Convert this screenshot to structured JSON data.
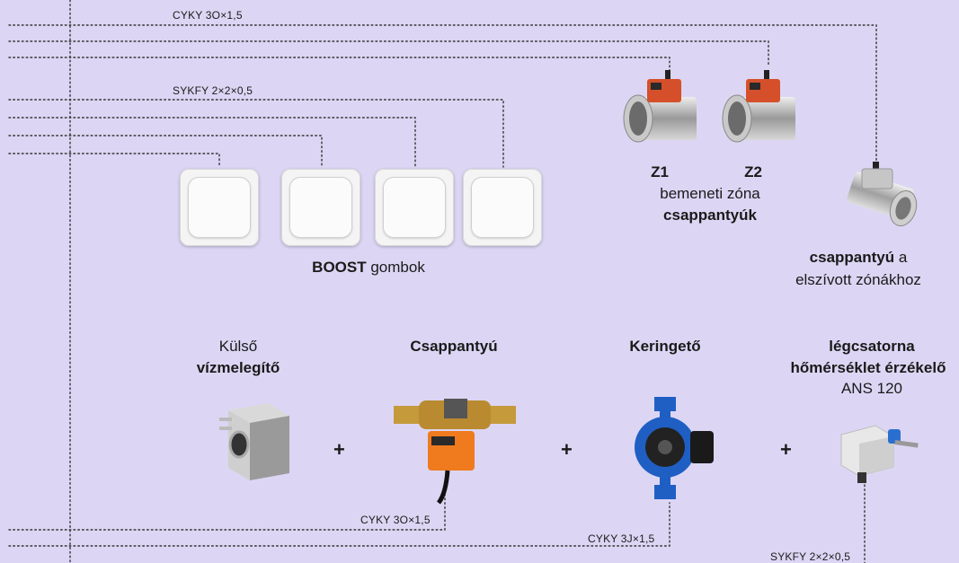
{
  "cables": {
    "top_cyky": "CYKY 3O×1,5",
    "top_sykfy": "SYKFY 2×2×0,5",
    "valve_cyky": "CYKY 3O×1,5",
    "pump_cyky": "CYKY 3J×1,5",
    "sensor_sykfy": "SYKFY 2×2×0,5"
  },
  "boost": {
    "strong": "BOOST",
    "rest": " gombok"
  },
  "zones": {
    "z1": "Z1",
    "z2": "Z2",
    "line1": "bemeneti zóna",
    "line2": "csappantyúk"
  },
  "exhaust": {
    "strong": "csappantyú",
    "rest": " a",
    "line2": "elszívott zónákhoz"
  },
  "heater": {
    "line1": "Külső",
    "line2": "vízmelegítő"
  },
  "valve": {
    "title": "Csappantyú"
  },
  "pump": {
    "title": "Keringető"
  },
  "sensor": {
    "line1": "légcsatorna",
    "line2": "hőmérséklet érzékelő",
    "line3": "ANS 120"
  },
  "plus": "+",
  "colors": {
    "background": "#dcd6f4",
    "damper_actuator": "#d5502a",
    "valve_actuator": "#f07a1e",
    "pump_blue": "#1f5fc4"
  }
}
